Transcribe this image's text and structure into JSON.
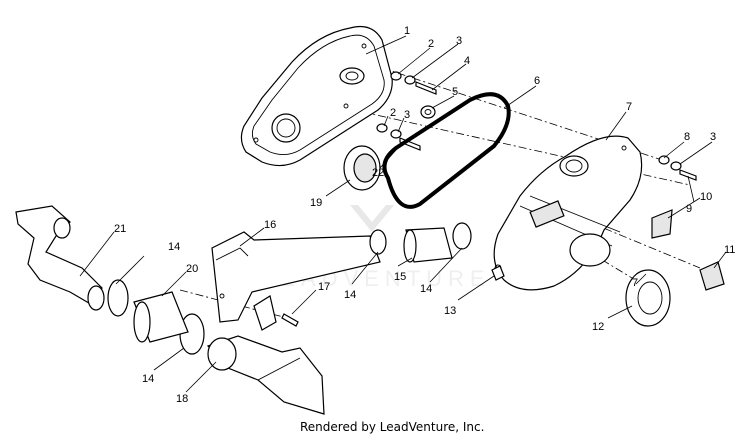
{
  "callouts": {
    "c1": "1",
    "c2a": "2",
    "c3a": "3",
    "c4": "4",
    "c5": "5",
    "c6": "6",
    "c7a": "7",
    "c8": "8",
    "c3c": "3",
    "c2b": "2",
    "c3b": "3",
    "c22": "22",
    "c19": "19",
    "c9": "9",
    "c10": "10",
    "c11": "11",
    "c7b": "7",
    "c12": "12",
    "c13": "13",
    "c14a": "14",
    "c14b": "14",
    "c14c": "14",
    "c14d": "14",
    "c15": "15",
    "c16": "16",
    "c17": "17",
    "c18": "18",
    "c20": "20",
    "c21": "21"
  },
  "watermark": {
    "text": "LEADVENTURE"
  },
  "credit": {
    "text": "Rendered by LeadVenture, Inc."
  }
}
